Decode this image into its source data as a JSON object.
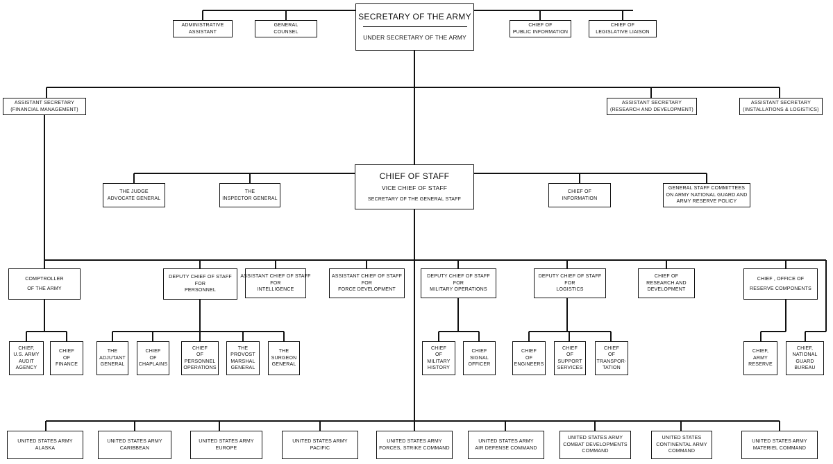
{
  "boxes": {
    "secretary": {
      "title": "SECRETARY OF THE ARMY",
      "sub": "UNDER SECRETARY OF THE ARMY"
    },
    "admin_assistant": [
      "ADMINISTRATIVE",
      "ASSISTANT"
    ],
    "general_counsel": [
      "GENERAL",
      "COUNSEL"
    ],
    "public_information": [
      "CHIEF OF",
      "PUBLIC INFORMATION"
    ],
    "legislative_liaison": [
      "CHIEF OF",
      "LEGISLATIVE LIAISON"
    ],
    "asst_sec_finance": [
      "ASSISTANT SECRETARY",
      "(FINANCIAL MANAGEMENT)"
    ],
    "asst_sec_rd": [
      "ASSISTANT SECRETARY",
      "(RESEARCH AND DEVELOPMENT)"
    ],
    "asst_sec_il": [
      "ASSISTANT SECRETARY",
      "(INSTALLATIONS & LOGISTICS)"
    ],
    "chief_of_staff": {
      "title": "CHIEF OF STAFF",
      "vice": "VICE CHIEF OF STAFF",
      "sec": "SECRETARY OF THE GENERAL STAFF"
    },
    "judge_advocate": [
      "THE JUDGE",
      "ADVOCATE GENERAL"
    ],
    "inspector_general": [
      "THE",
      "INSPECTOR GENERAL"
    ],
    "chief_information": [
      "CHIEF OF",
      "INFORMATION"
    ],
    "gs_committees": [
      "GENERAL STAFF COMMITTEES",
      "ON ARMY NATIONAL GUARD AND",
      "ARMY RESERVE POLICY"
    ],
    "comptroller": [
      "COMPTROLLER",
      "OF THE ARMY"
    ],
    "dcs_personnel": [
      "DEPUTY CHIEF OF STAFF",
      "FOR",
      "PERSONNEL"
    ],
    "acs_intelligence": [
      "ASSISTANT CHIEF OF STAFF",
      "FOR",
      "INTELLIGENCE"
    ],
    "acs_force_dev": [
      "ASSISTANT CHIEF OF STAFF",
      "FOR",
      "FORCE DEVELOPMENT"
    ],
    "dcs_military_ops": [
      "DEPUTY CHIEF OF STAFF",
      "FOR",
      "MILITARY OPERATIONS"
    ],
    "dcs_logistics": [
      "DEPUTY CHIEF OF STAFF",
      "FOR",
      "LOGISTICS"
    ],
    "chief_rd": [
      "CHIEF OF",
      "RESEARCH AND",
      "DEVELOPMENT"
    ],
    "chief_reserve_components": [
      "CHIEF , OFFICE OF",
      "RESERVE COMPONENTS"
    ],
    "audit_agency": [
      "CHIEF,",
      "U.S. ARMY",
      "AUDIT",
      "AGENCY"
    ],
    "chief_finance": [
      "CHIEF",
      "OF",
      "FINANCE"
    ],
    "adjutant_general": [
      "THE",
      "ADJUTANT",
      "GENERAL"
    ],
    "chief_chaplains": [
      "CHIEF",
      "OF",
      "CHAPLAINS"
    ],
    "chief_personnel_ops": [
      "CHIEF",
      "OF",
      "PERSONNEL",
      "OPERATIONS"
    ],
    "provost_marshal": [
      "THE",
      "PROVOST",
      "MARSHAL",
      "GENERAL"
    ],
    "surgeon_general": [
      "THE",
      "SURGEON",
      "GENERAL"
    ],
    "chief_military_history": [
      "CHIEF",
      "OF",
      "MILITARY",
      "HISTORY"
    ],
    "chief_signal": [
      "CHIEF",
      "SIGNAL",
      "OFFICER"
    ],
    "chief_engineers": [
      "CHIEF",
      "OF",
      "ENGINEERS"
    ],
    "chief_support": [
      "CHIEF",
      "OF",
      "SUPPORT",
      "SERVICES"
    ],
    "chief_transportation": [
      "CHIEF",
      "OF",
      "TRANSPOR-",
      "TATION"
    ],
    "chief_army_reserve": [
      "CHIEF,",
      "ARMY",
      "RESERVE"
    ],
    "chief_national_guard": [
      "CHIEF,",
      "NATIONAL",
      "GUARD",
      "BUREAU"
    ],
    "usa_alaska": [
      "UNITED STATES ARMY",
      "ALASKA"
    ],
    "usa_caribbean": [
      "UNITED STATES ARMY",
      "CARIBBEAN"
    ],
    "usa_europe": [
      "UNITED STATES ARMY",
      "EUROPE"
    ],
    "usa_pacific": [
      "UNITED STATES ARMY",
      "PACIFIC"
    ],
    "usa_strike": [
      "UNITED STATES ARMY",
      "FORCES, STRIKE COMMAND"
    ],
    "usa_air_defense": [
      "UNITED STATES ARMY",
      "AIR DEFENSE COMMAND"
    ],
    "usa_combat_dev": [
      "UNITED STATES ARMY",
      "COMBAT DEVELOPMENTS",
      "COMMAND"
    ],
    "usa_continental": [
      "UNITED STATES",
      "CONTINENTAL ARMY",
      "COMMAND"
    ],
    "usa_materiel": [
      "UNITED STATES ARMY",
      "MATERIEL COMMAND"
    ]
  }
}
